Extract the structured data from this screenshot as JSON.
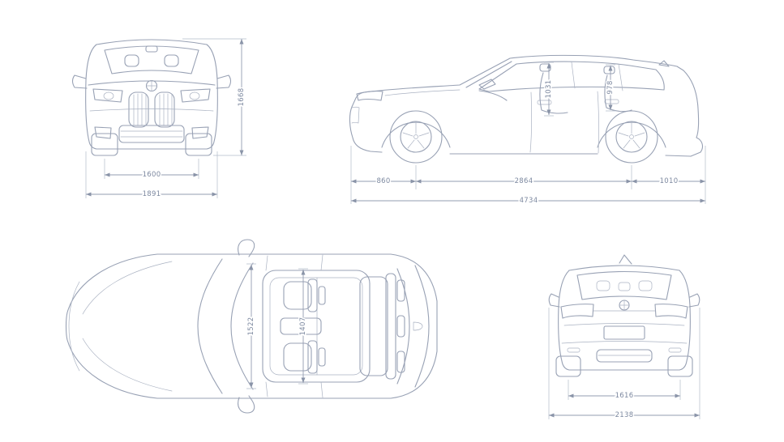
{
  "dims": {
    "front": {
      "track": "1600",
      "width": "1891",
      "height": "1668"
    },
    "side": {
      "front_overhang": "860",
      "wheelbase": "2864",
      "rear_overhang": "1010",
      "length": "4734",
      "front_headroom": "1031",
      "rear_headroom": "978"
    },
    "top": {
      "front_interior_width": "1522",
      "rear_interior_width": "1407"
    },
    "rear": {
      "track": "1616",
      "width_mirrors": "2138"
    }
  },
  "colors": {
    "line": "#98a1b4",
    "dimension_text": "#7d89a0",
    "background": "#ffffff"
  }
}
